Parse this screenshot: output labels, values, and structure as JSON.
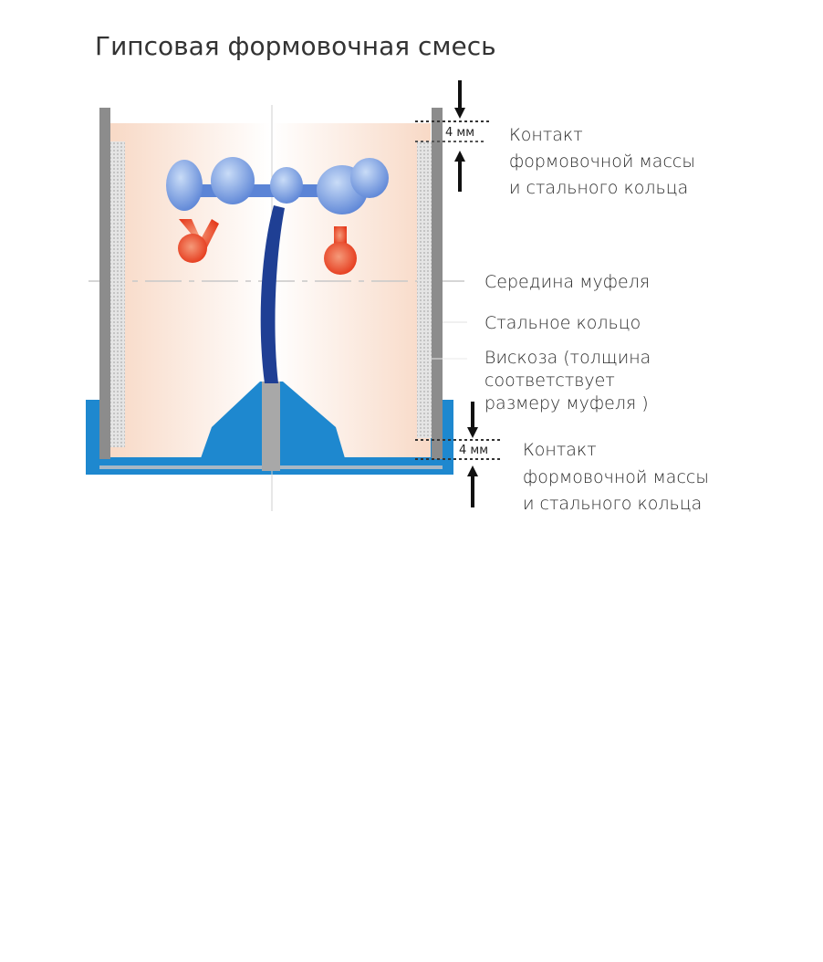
{
  "title": "Гипсовая формовочная смесь",
  "dimension_top": "4 мм",
  "dimension_bottom": "4 мм",
  "labels": {
    "contact_top": [
      "Контакт",
      "формовочной массы",
      "и стального кольца"
    ],
    "middle": "Середина муфеля",
    "steel_ring": "Стальное кольцо",
    "viscose": [
      "Вискоза (толщина",
      "соответствует",
      "размеру муфеля )"
    ],
    "contact_bottom": [
      "Контакт",
      "формовочной массы",
      "и стального кольца"
    ]
  },
  "colors": {
    "investment": "#f9dccb",
    "steel": "#8c8c8c",
    "viscose": "#d6d6d6",
    "base": "#1e88cf",
    "sprue": "#1f3f94",
    "wax": "#6f9be0",
    "alloy": "#e8461e"
  }
}
